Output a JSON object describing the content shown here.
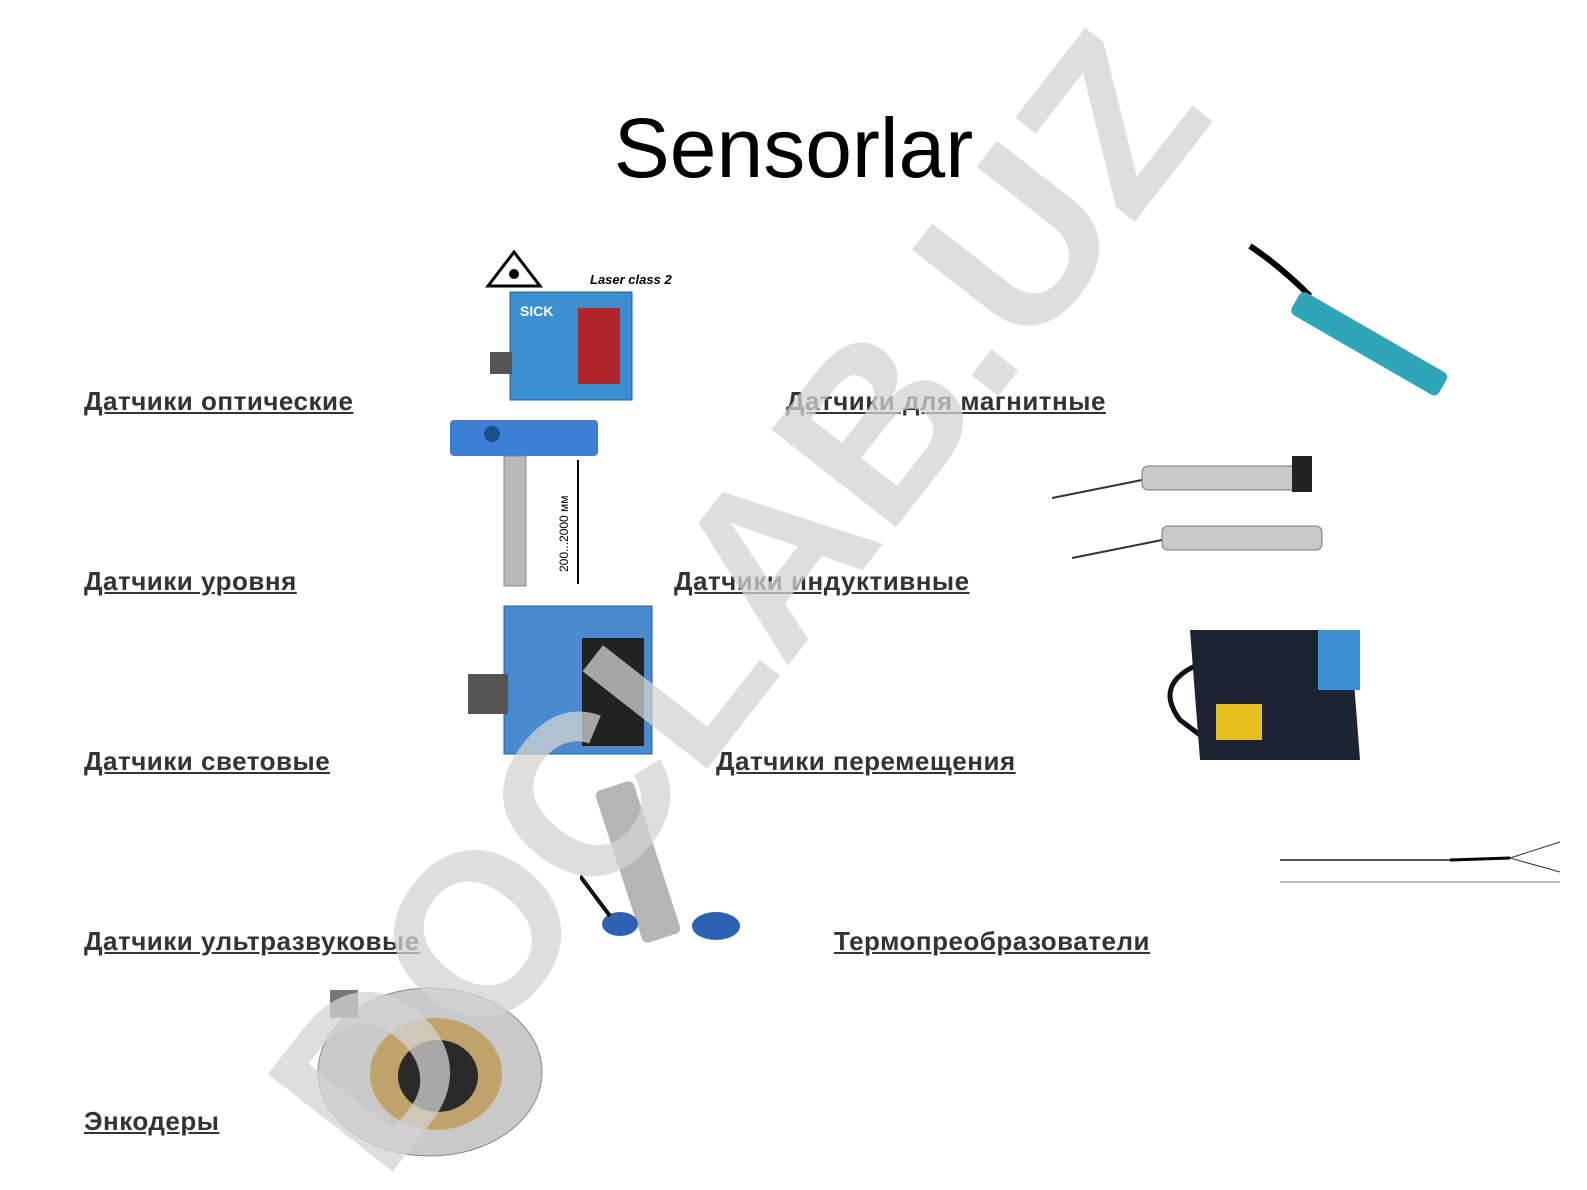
{
  "slide": {
    "title": "Sensorlar",
    "items": [
      {
        "label": "Датчики оптические"
      },
      {
        "label": "Датчики для магнитные"
      },
      {
        "label": "Датчики уровня"
      },
      {
        "label": "Датчики индуктивные"
      },
      {
        "label": "Датчики световые"
      },
      {
        "label": "Датчики перемещения"
      },
      {
        "label": "Датчики ультразвуковые"
      },
      {
        "label": "Термопреобразователи"
      },
      {
        "label": "Энкодеры"
      }
    ],
    "images": {
      "laser_label": "Laser class 2",
      "level_dimension": "200...2000 мм",
      "brand": "SICK"
    }
  },
  "watermark": {
    "text": "DOCLAB.UZ",
    "color": "#d3d3d3"
  },
  "colors": {
    "sensor_blue": "#3a8fd0",
    "link_text": "#333333"
  }
}
